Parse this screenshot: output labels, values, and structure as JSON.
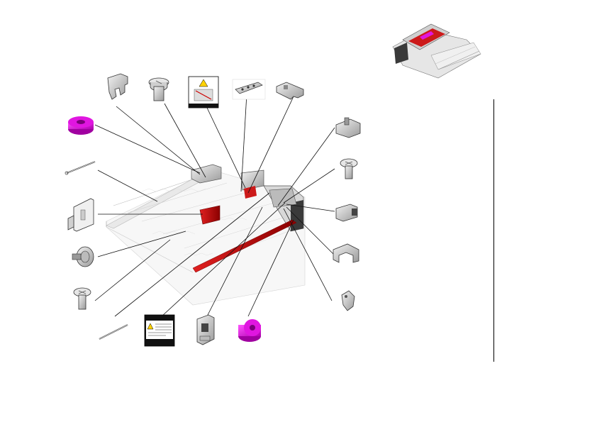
{
  "page": {
    "title": "",
    "colors": {
      "accent_red": "#cc1a1a",
      "magenta": "#e016e0",
      "part_grey": "#c8c8c8",
      "outline": "#222222",
      "rule": "#000000"
    }
  },
  "parts": [
    {
      "name": "clip-part",
      "icon": "clip-icon"
    },
    {
      "name": "screw-part",
      "icon": "screw-icon"
    },
    {
      "name": "warning-label-part",
      "icon": "warning-label-icon"
    },
    {
      "name": "shaft-part",
      "icon": "shaft-icon"
    },
    {
      "name": "bracket-clip-part",
      "icon": "bracket-clip-icon"
    },
    {
      "name": "magenta-roller-part",
      "icon": "roller-icon"
    },
    {
      "name": "spring-wire-part",
      "icon": "wire-icon"
    },
    {
      "name": "cover-plate-part",
      "icon": "plate-icon"
    },
    {
      "name": "knob-part",
      "icon": "knob-icon"
    },
    {
      "name": "screw-lower-part",
      "icon": "screw-icon"
    },
    {
      "name": "wire-lower-part",
      "icon": "wire-icon"
    },
    {
      "name": "caution-label-part",
      "icon": "caution-label-icon"
    },
    {
      "name": "holder-part",
      "icon": "holder-icon"
    },
    {
      "name": "magenta-roller-lower-part",
      "icon": "roller-icon"
    },
    {
      "name": "latch-part",
      "icon": "latch-icon"
    },
    {
      "name": "screw-right-part",
      "icon": "screw-icon"
    },
    {
      "name": "sensor-part",
      "icon": "sensor-icon"
    },
    {
      "name": "bracket-right-part",
      "icon": "bracket-icon"
    },
    {
      "name": "hook-part",
      "icon": "hook-icon"
    }
  ]
}
